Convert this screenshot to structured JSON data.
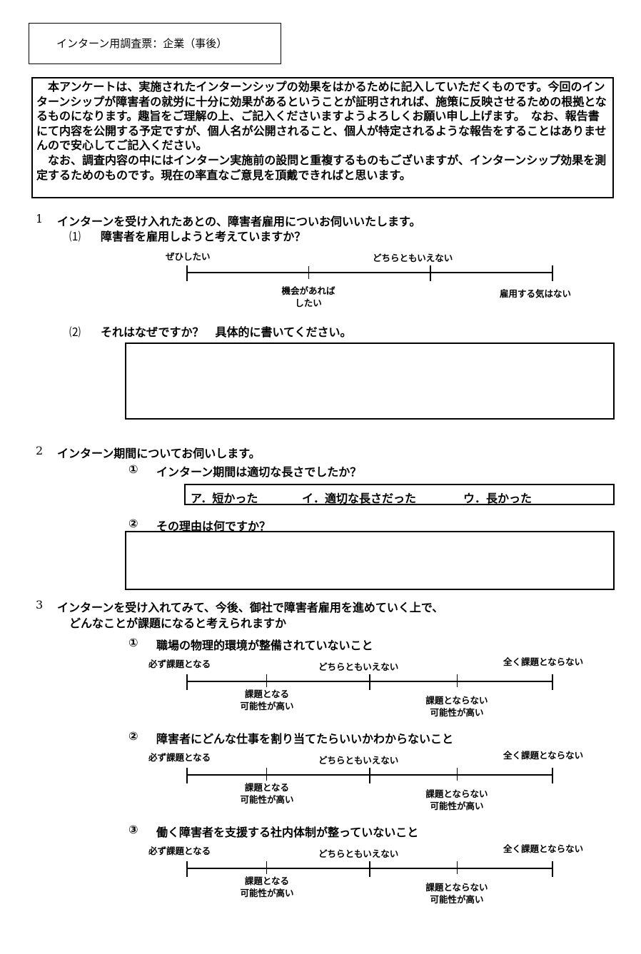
{
  "title": "インターン用調査票：企業（事後）",
  "intro": {
    "p1": "本アンケートは、実施されたインターンシップの効果をはかるために記入していただくものです。今回のインターンシップが障害者の就労に十分に効果があるということが証明されれば、施策に反映させるための根拠となるものになります。趣旨をご理解の上、ご記入くださいますようよろしくお願い申し上げます。　なお、報告書にて内容を公開する予定ですが、個人名が公開されること、個人が特定されるような報告をすることはありませんので安心してご記入ください。",
    "p2": "なお、調査内容の中にはインターン実施前の設問と重複するものもございますが、インターンシップ効果を測定するためのものです。現在の率直なご意見を頂戴できればと思います。"
  },
  "q1": {
    "num": "1",
    "text": "インターンを受け入れたあとの、障害者雇用についお伺いいたします。",
    "sub1_num": "⑴",
    "sub1_text": "障害者を雇用しようと考えていますか？",
    "scale": {
      "a": "ぜひしたい",
      "b1": "機会があれば",
      "b2": "したい",
      "c": "どちらともいえない",
      "d": "雇用する気はない"
    },
    "sub2_num": "⑵",
    "sub2_text": "それはなぜですか？　具体的に書いてください。"
  },
  "q2": {
    "num": "2",
    "text": "インターン期間についてお伺いします。",
    "sub1_num": "①",
    "sub1_text": "インターン期間は適切な長さでしたか？",
    "opt_a": "ア．短かった",
    "opt_b": "イ．適切な長さだった",
    "opt_c": "ウ．長かった",
    "sub2_num": "②",
    "sub2_text": "その理由は何ですか？"
  },
  "q3": {
    "num": "3",
    "line1": "インターンを受け入れてみて、今後、御社で障害者雇用を進めていく上で、",
    "line2": "どんなことが課題になると考えられますか",
    "items": [
      {
        "num": "①",
        "text": "職場の物理的環境が整備されていないこと"
      },
      {
        "num": "②",
        "text": "障害者にどんな仕事を割り当てたらいいかわからないこと"
      },
      {
        "num": "③",
        "text": "働く障害者を支援する社内体制が整っていないこと"
      }
    ],
    "scale": {
      "a": "必ず課題となる",
      "b1": "課題となる",
      "b2": "可能性が高い",
      "c": "どちらともいえない",
      "d1": "課題とならない",
      "d2": "可能性が高い",
      "e": "全く課題とならない"
    }
  }
}
